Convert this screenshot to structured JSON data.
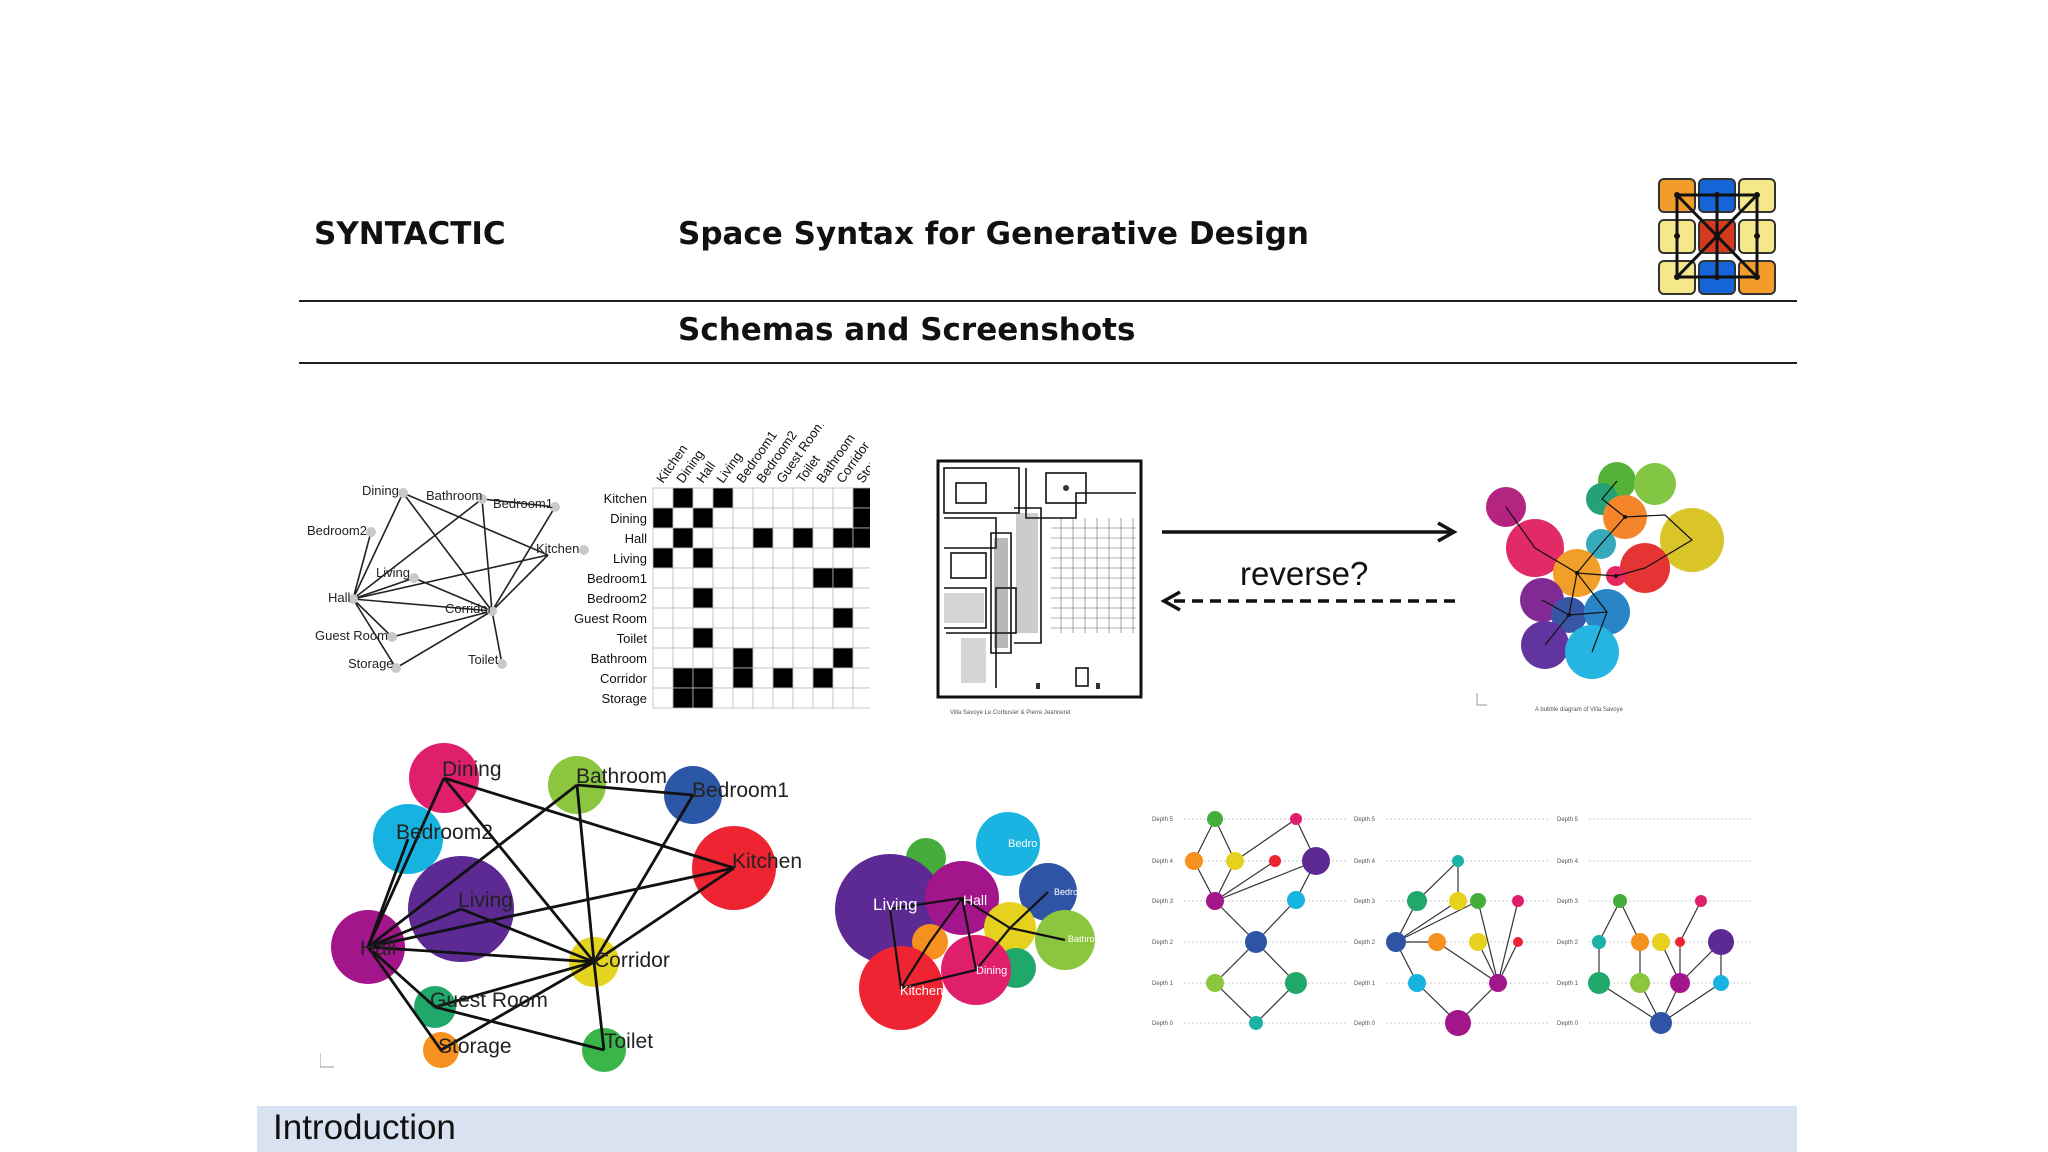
{
  "header": {
    "brand": "SYNTACTIC",
    "title": "Space Syntax for Generative Design",
    "subtitle": "Schemas and Screenshots"
  },
  "footer": {
    "section": "Introduction"
  },
  "logo": {
    "name": "syntactic-logo-icon",
    "colors": {
      "orange": "#f39c2a",
      "blue": "#1565d8",
      "yellow": "#f5e88a",
      "red": "#d43a1e"
    }
  },
  "rooms": [
    "Kitchen",
    "Dining",
    "Hall",
    "Living",
    "Bedroom1",
    "Bedroom2",
    "Guest Room",
    "Toilet",
    "Bathroom",
    "Corridor",
    "Storage"
  ],
  "graph": {
    "labels": [
      "Dining",
      "Bathroom",
      "Bedroom1",
      "Bedroom2",
      "Kitchen",
      "Living",
      "Hall",
      "Corridor",
      "Guest Room",
      "Storage",
      "Toilet"
    ]
  },
  "plan": {
    "caption": "Villa Savoye   Le Corbusier &  Pierre Jeanneret",
    "reverse_label": "reverse?"
  },
  "bubble_caption": "A bubble diagram of Villa Savoye",
  "bubble_graph": {
    "labels": [
      "Dining",
      "Bathroom",
      "Bedroom1",
      "Bedroom2",
      "Kitchen",
      "Living",
      "Hall",
      "Corridor",
      "Guest Room",
      "Storage",
      "Toilet"
    ]
  },
  "cluster": {
    "labels": [
      "Living",
      "Hall",
      "Kitchen",
      "Dining",
      "Bedro",
      "Bedro",
      "Bathro"
    ]
  },
  "depth_levels": [
    "Depth 5",
    "Depth 4",
    "Depth 3",
    "Depth 2",
    "Depth 1",
    "Depth 0"
  ]
}
